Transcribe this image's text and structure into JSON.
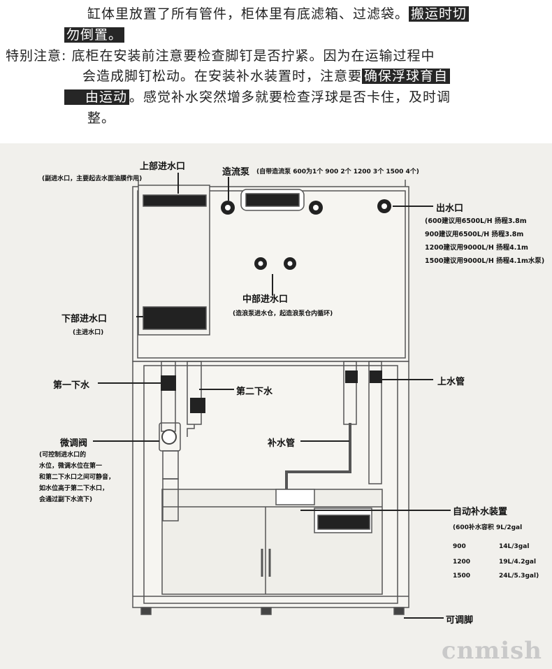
{
  "intro": {
    "line1": "缸体里放置了所有管件，柜体里有底滤箱、过滤袋。",
    "line1_highlight": "搬运时切",
    "line2_highlight": "勿倒置。",
    "line3": "特别注意: 底柜在安装前注意要检查脚钉是否拧紧。因为在运输过程中",
    "line4": "会造成脚钉松动。在安装补水装置时，注意要",
    "line4_highlight": "确保浮球育自",
    "line5_highlight": "由运动",
    "line5": "。感觉补水突然增多就要检查浮球是否卡住，及时调",
    "line6": "整。"
  },
  "labels": {
    "upper_inlet": "上部进水口",
    "upper_inlet_note": "(副进水口，主要起去水面油膜作用)",
    "wave_pump": "造流泵",
    "wave_pump_note": "(自带造流泵 600为1个  900 2个  1200  3个  1500  4个)",
    "outlet": "出水口",
    "outlet_notes": [
      "(600建议用6500L/H 扬程3.8m",
      "900建议用6500L/H 扬程3.8m",
      "1200建议用9000L/H 扬程4.1m",
      "1500建议用9000L/H 扬程4.1m水泵)"
    ],
    "middle_inlet": "中部进水口",
    "middle_inlet_note": "(造浪泵进水仓，起造浪泵仓内循环)",
    "lower_inlet": "下部进水口",
    "lower_inlet_note": "(主进水口)",
    "first_drain": "第一下水",
    "second_drain": "第二下水",
    "upper_pipe": "上水管",
    "fine_valve": "微调阀",
    "fine_valve_notes": [
      "(可控制进水口的",
      "水位，微调水位在第一",
      "和第二下水口之间可静音，",
      "如水位高于第二下水口，",
      "会通过副下水流下)"
    ],
    "refill_pipe": "补水管",
    "auto_refill": "自动补水装置",
    "auto_refill_note": "(600补水容积 9L/2gal",
    "refill_table": [
      {
        "size": "900",
        "volume": "14L/3gal"
      },
      {
        "size": "1200",
        "volume": "19L/4.2gal"
      },
      {
        "size": "1500",
        "volume": "24L/5.3gal)"
      }
    ],
    "adjustable_foot": "可调脚"
  },
  "watermark": "cnmish"
}
